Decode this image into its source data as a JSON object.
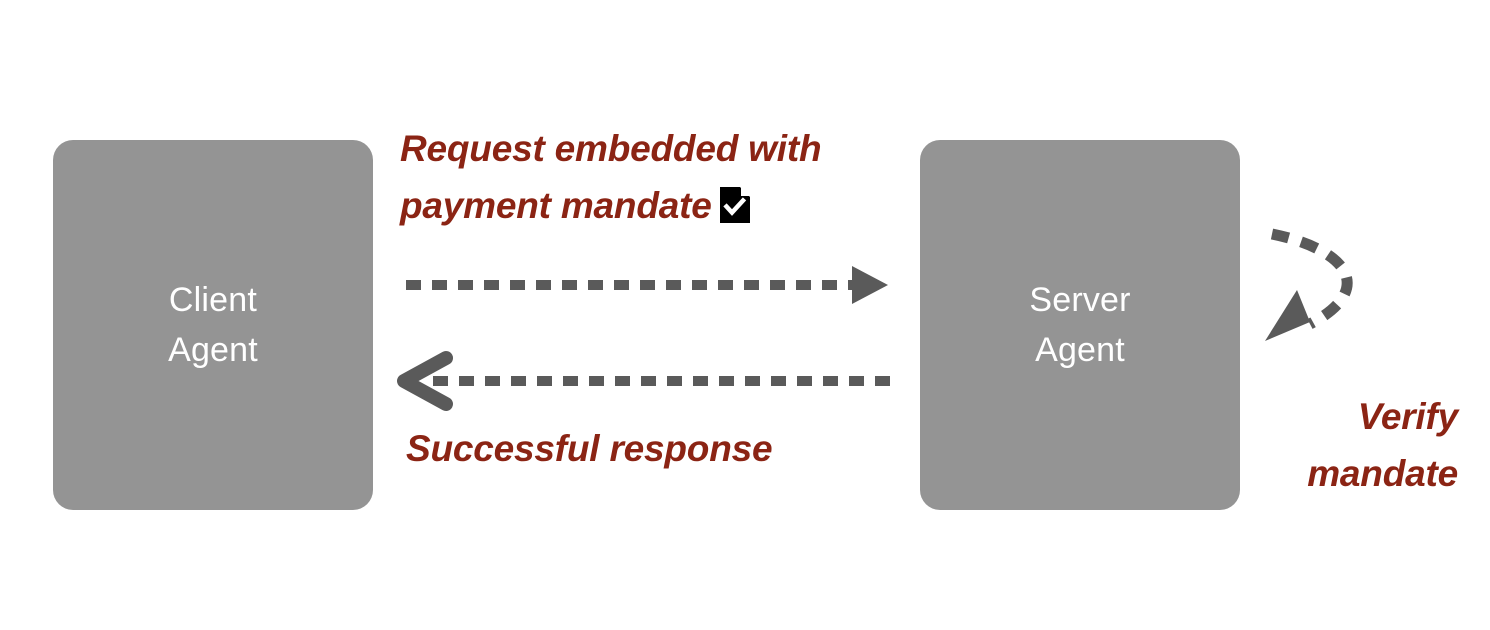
{
  "diagram": {
    "title": "Client Agent to Server Agent payment mandate flow",
    "background_color": "#ffffff",
    "nodes": [
      {
        "id": "client-agent",
        "line1": "Client",
        "line2": "Agent",
        "fill": "#949494",
        "text_color": "#ffffff"
      },
      {
        "id": "server-agent",
        "line1": "Server",
        "line2": "Agent",
        "fill": "#949494",
        "text_color": "#ffffff"
      }
    ],
    "annotations": {
      "request": "Request embedded with\npayment mandate",
      "response": "Successful response",
      "verify": "Verify\nmandate",
      "color": "#8B2414"
    },
    "icons": {
      "document_check": "document-check-icon",
      "document_check_fill": "#000000",
      "document_check_mark": "#ffffff"
    },
    "arrows": [
      {
        "id": "request-arrow",
        "direction": "right",
        "style": "dashed",
        "head": "solid-triangle",
        "color": "#5A5A5A"
      },
      {
        "id": "response-arrow",
        "direction": "left",
        "style": "dashed",
        "head": "open-chevron",
        "color": "#5A5A5A"
      },
      {
        "id": "verify-loop-arrow",
        "direction": "curved-down-left",
        "style": "dashed",
        "head": "solid-triangle",
        "color": "#5A5A5A"
      }
    ]
  }
}
